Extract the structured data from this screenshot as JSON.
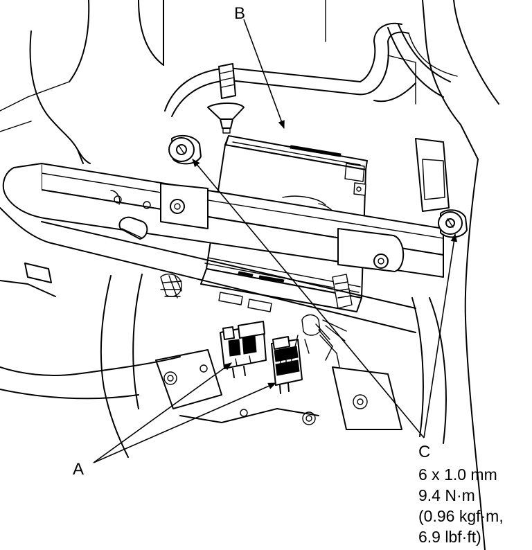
{
  "callouts": {
    "a": "A",
    "b": "B",
    "c": "C"
  },
  "spec_c": {
    "bolt_size": "6 x 1.0 mm",
    "torque_nm": "9.4 N·m",
    "torque_kgfm": "(0.96 kgf·m,",
    "torque_lbfft": "6.9 lbf·ft)"
  }
}
